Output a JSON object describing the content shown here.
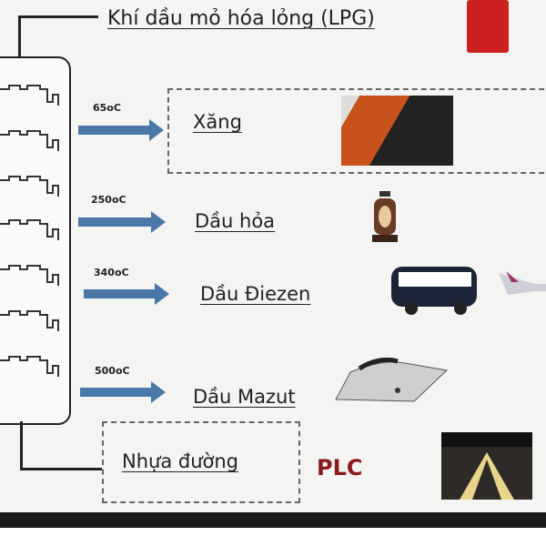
{
  "products": [
    {
      "name": "Khí dầu mỏ hóa lỏng (LPG)"
    },
    {
      "name": "Xăng",
      "temperature": "65oC"
    },
    {
      "name": "Dầu hỏa",
      "temperature": "250oC"
    },
    {
      "name": "Dầu Điezen",
      "temperature": "340oC"
    },
    {
      "name": "Dầu Mazut",
      "temperature": "500oC"
    },
    {
      "name": "Nhựa đường"
    }
  ],
  "bottom_tag": "PLC",
  "colors": {
    "arrow": "#4a78a8",
    "plc": "#8b1a1a",
    "lpg_box": "#d02020"
  }
}
